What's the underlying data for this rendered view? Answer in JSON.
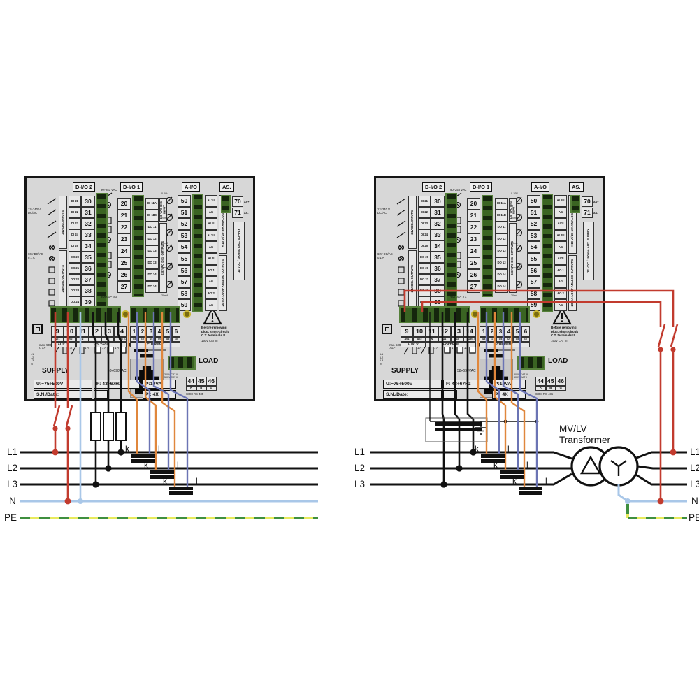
{
  "device": {
    "headers": {
      "dio2": "D-I/O 2",
      "dio1": "D-I/O 1",
      "aio": "A-I/O",
      "as": "AS."
    },
    "sections": {
      "dio2": {
        "note_top": "12÷240 V DC/AC",
        "note_bottom": "60V DC/AC 0.1 A",
        "inputs_label": "24V DIG. INPUTS",
        "outputs_label": "24V DIG. OUTPUTS",
        "rows": [
          {
            "ch": "DI 21",
            "t": "30"
          },
          {
            "ch": "DI 22",
            "t": "31"
          },
          {
            "ch": "DI 23",
            "t": "32"
          },
          {
            "ch": "DI 24",
            "t": "33"
          },
          {
            "ch": "DI 25",
            "t": "34"
          },
          {
            "ch": "DO 20",
            "t": "35"
          },
          {
            "ch": "DO 21",
            "t": "36"
          },
          {
            "ch": "DO 22",
            "t": "37"
          },
          {
            "ch": "DO 23",
            "t": "38"
          },
          {
            "ch": "DO 24",
            "t": "39"
          }
        ]
      },
      "dio1": {
        "note_top": "90÷253 VAC",
        "note_bottom": "250 VAC 4 A",
        "input_label": "230 VAC DIG. INPUT",
        "outputs_label": "230 VAC DIG. OUTPUTS",
        "rows": [
          {
            "t": "20",
            "ch": "DI 11A"
          },
          {
            "t": "21",
            "ch": "DI 11B"
          },
          {
            "t": "22",
            "ch": "DO 11"
          },
          {
            "t": "23",
            "ch": "DO 12"
          },
          {
            "t": "24",
            "ch": "DO 13"
          },
          {
            "t": "25",
            "ch": "DO 13"
          },
          {
            "t": "26",
            "ch": "DO 14"
          },
          {
            "t": "27",
            "ch": "DO 14"
          }
        ]
      },
      "aio": {
        "icon_labels": [
          "0-10V",
          "20mA",
          "20mA",
          "max. 450 Ω",
          "20mA"
        ],
        "inputs_label": "±10 V / 20 mA ANALOG INPUTS",
        "outputs_label": "20 mA LOOP ANALOG OUTPUTS",
        "rows": [
          {
            "t": "50",
            "ch": "AI 1U"
          },
          {
            "t": "51",
            "ch": "AG"
          },
          {
            "t": "52",
            "ch": "AI 1I"
          },
          {
            "t": "53",
            "ch": "AI 2U"
          },
          {
            "t": "54",
            "ch": "AG"
          },
          {
            "t": "55",
            "ch": "AI 2I"
          },
          {
            "t": "56",
            "ch": "AO 1"
          },
          {
            "t": "57",
            "ch": "AG"
          },
          {
            "t": "58",
            "ch": "AO 2"
          },
          {
            "t": "59",
            "ch": "AG"
          }
        ]
      },
      "as": {
        "rows": [
          {
            "n": "70",
            "s": "AS+"
          },
          {
            "n": "71",
            "s": "AS-"
          }
        ],
        "label": "12 VDC / 100 mA AUX. SUPPLY"
      }
    },
    "bottom": {
      "aux_terms": [
        {
          "n": "9",
          "s": "AV1"
        },
        {
          "n": "10",
          "s": "AV2"
        },
        {
          "n": "11",
          "s": "N"
        },
        {
          "n": "12",
          "s": "U1"
        },
        {
          "n": "13",
          "s": "U2"
        },
        {
          "n": "14",
          "s": "U3"
        }
      ],
      "cur_terms": [
        {
          "n": "1",
          "s": "I1k"
        },
        {
          "n": "2",
          "s": "I1l"
        },
        {
          "n": "3",
          "s": "I2k"
        },
        {
          "n": "4",
          "s": "I2l"
        },
        {
          "n": "5",
          "s": "I3k"
        },
        {
          "n": "6",
          "s": "I3l"
        }
      ],
      "aux_group": "AUX. V.",
      "volt_group": "VOLTAGE",
      "cur_group": "CURRENT",
      "amp5": "5 A",
      "warning_l1": "Before removing",
      "warning_l2": "plug, short-circuit",
      "warning_l3": "C.T. terminals !!",
      "cur_cat": "150V CAT III",
      "maxv": "max. 500 V AC",
      "fuse1a": "1 A",
      "supply": "SUPPLY",
      "supply_range": "58÷690VAC",
      "volt_cat1": "300V CAT III",
      "volt_cat2": "500V CAT II",
      "sup_phases": [
        "L1",
        "L2",
        "L3",
        "N"
      ],
      "load": "LOAD",
      "com_terms": [
        {
          "n": "44",
          "s": "A"
        },
        {
          "n": "45",
          "s": "B"
        },
        {
          "n": "46",
          "s": "G"
        }
      ],
      "com_name": "COM RS-485",
      "spec_u": "U:~75÷500V",
      "spec_f": "F: 43÷67Hz",
      "spec_p": "P:10VA",
      "spec_sn": "S.N./Date:",
      "spec_ip": "P : 4X"
    }
  },
  "ct": {
    "k": "k",
    "l": "l"
  },
  "lines": {
    "l1": "L1",
    "l2": "L2",
    "l3": "L3",
    "n": "N",
    "pe": "PE"
  },
  "transformer": {
    "line1": "MV/LV",
    "line2": "Transformer"
  },
  "colors": {
    "phase": "#111111",
    "neutral": "#a9c7e8",
    "pe_yellow": "#e8ea5e",
    "pe_green": "#3f8f3f",
    "aux_red": "#c23b2e",
    "ct_k_orange": "#e0873c",
    "ct_l_blue": "#6b74b4",
    "terminal_green": "#2e541d"
  }
}
